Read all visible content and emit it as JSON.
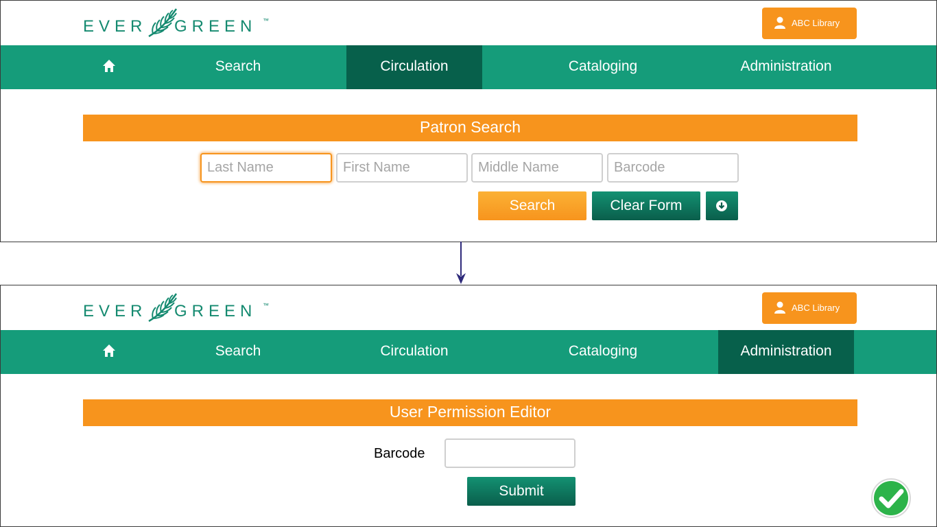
{
  "colors": {
    "brand_green": "#159c7a",
    "active_nav": "#07604b",
    "accent_orange": "#f7941d",
    "logo_green": "#158a70",
    "success_green": "#2db34a"
  },
  "logo": {
    "left": "EVER",
    "right": "GREEN",
    "tm": "™"
  },
  "user_button": {
    "label": "ABC Library",
    "icon": "user-icon"
  },
  "nav": {
    "home_icon": "home-icon",
    "items": [
      "Search",
      "Circulation",
      "Cataloging",
      "Administration"
    ]
  },
  "top_screen": {
    "active_nav": "Circulation",
    "title": "Patron Search",
    "fields": {
      "last_name_placeholder": "Last Name",
      "first_name_placeholder": "First Name",
      "middle_name_placeholder": "Middle Name",
      "barcode_placeholder": "Barcode"
    },
    "buttons": {
      "search": "Search",
      "clear_form": "Clear Form",
      "expand_icon": "circle-arrow-down-icon"
    }
  },
  "bottom_screen": {
    "active_nav": "Administration",
    "title": "User Permission Editor",
    "barcode_label": "Barcode",
    "barcode_value": "",
    "submit": "Submit",
    "status_icon": "checkmark-icon"
  }
}
